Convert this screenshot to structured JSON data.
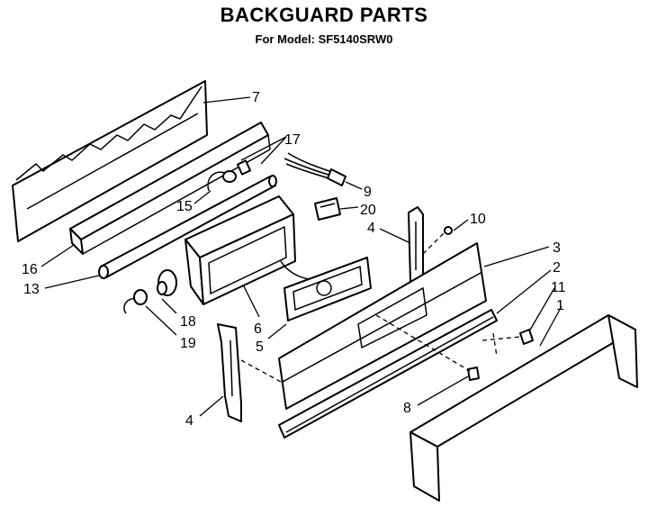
{
  "header": {
    "title": "BACKGUARD PARTS",
    "subtitle": "For Model: SF5140SRW0"
  },
  "callouts": [
    {
      "id": "c7",
      "text": "7"
    },
    {
      "id": "c17",
      "text": "17"
    },
    {
      "id": "c15",
      "text": "15"
    },
    {
      "id": "c9",
      "text": "9"
    },
    {
      "id": "c20",
      "text": "20"
    },
    {
      "id": "c10",
      "text": "10"
    },
    {
      "id": "c4a",
      "text": "4"
    },
    {
      "id": "c3",
      "text": "3"
    },
    {
      "id": "c2",
      "text": "2"
    },
    {
      "id": "c11",
      "text": "11"
    },
    {
      "id": "c1",
      "text": "1"
    },
    {
      "id": "c16",
      "text": "16"
    },
    {
      "id": "c13",
      "text": "13"
    },
    {
      "id": "c18",
      "text": "18"
    },
    {
      "id": "c19",
      "text": "19"
    },
    {
      "id": "c6",
      "text": "6"
    },
    {
      "id": "c5",
      "text": "5"
    },
    {
      "id": "c8",
      "text": "8"
    },
    {
      "id": "c4b",
      "text": "4"
    }
  ]
}
